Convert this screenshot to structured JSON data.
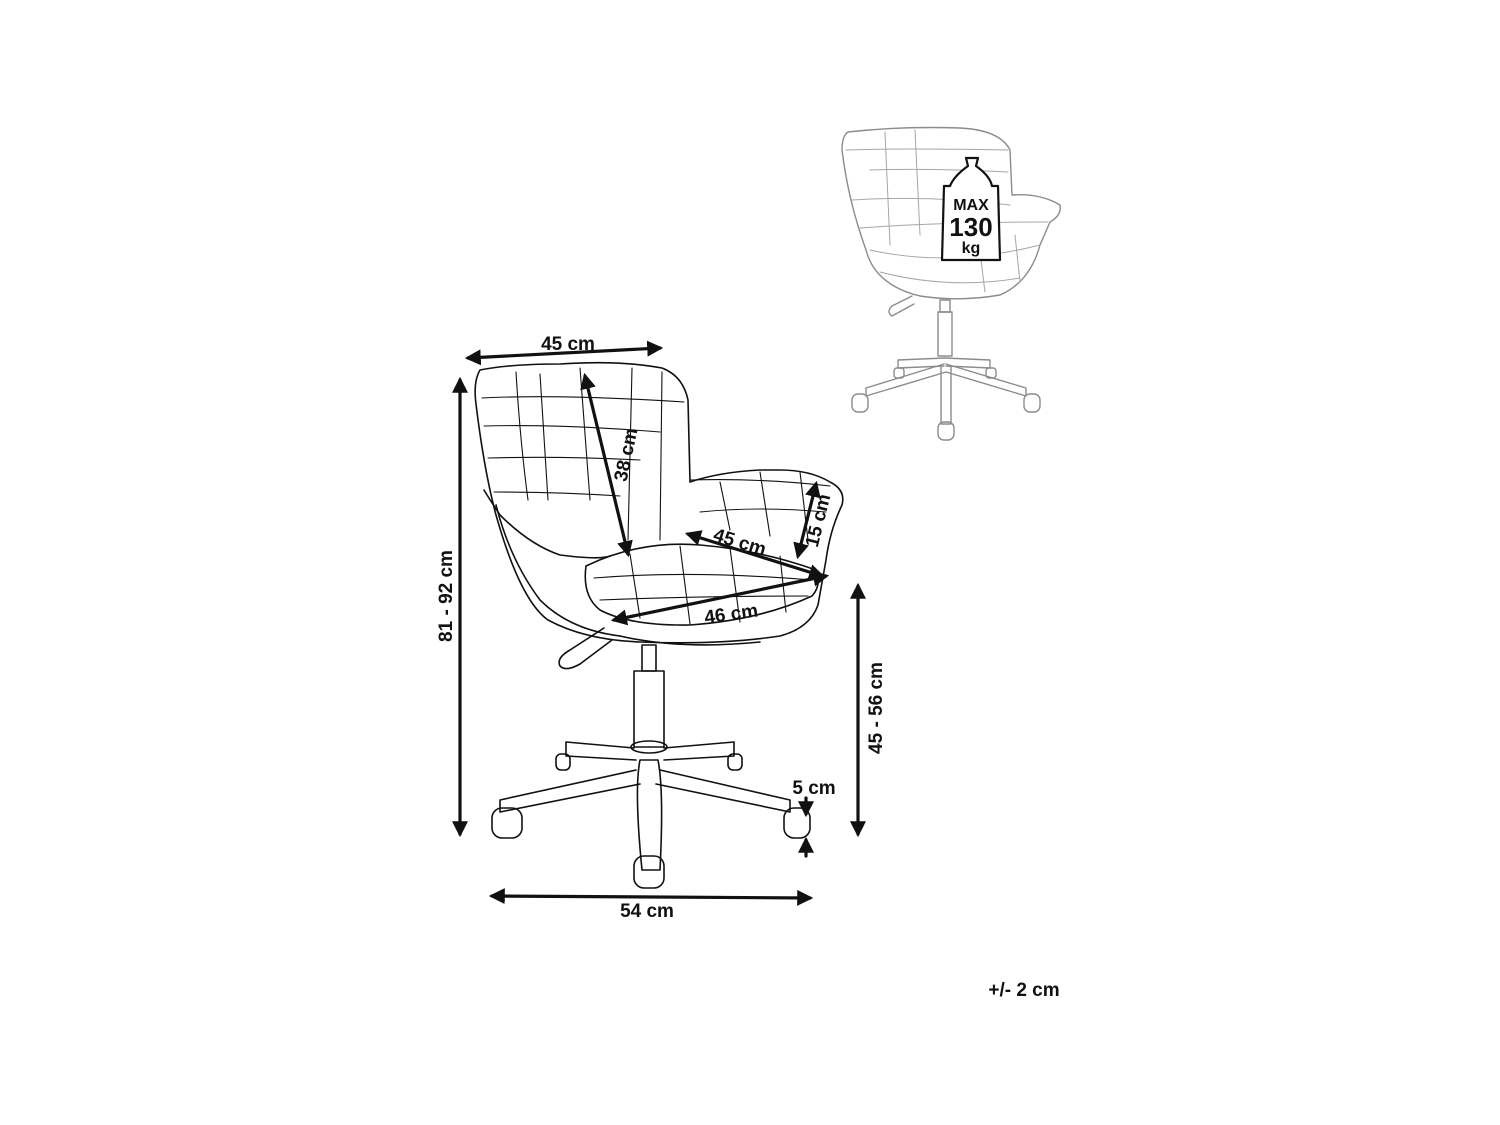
{
  "dimensions": {
    "top_width": "45 cm",
    "total_height": "81 - 92 cm",
    "backrest_height": "38 cm",
    "seat_depth": "45 cm",
    "armrest_height": "15 cm",
    "seat_width": "46 cm",
    "seat_height": "45 - 56 cm",
    "wheel_height": "5 cm",
    "base_width": "54 cm",
    "tolerance": "+/- 2 cm"
  },
  "max_load": {
    "label": "MAX",
    "value": "130",
    "unit": "kg"
  },
  "icons": {
    "main": "office-chair-outline-drawing",
    "thumbnail": "office-chair-thumbnail",
    "weight": "weight-icon"
  }
}
